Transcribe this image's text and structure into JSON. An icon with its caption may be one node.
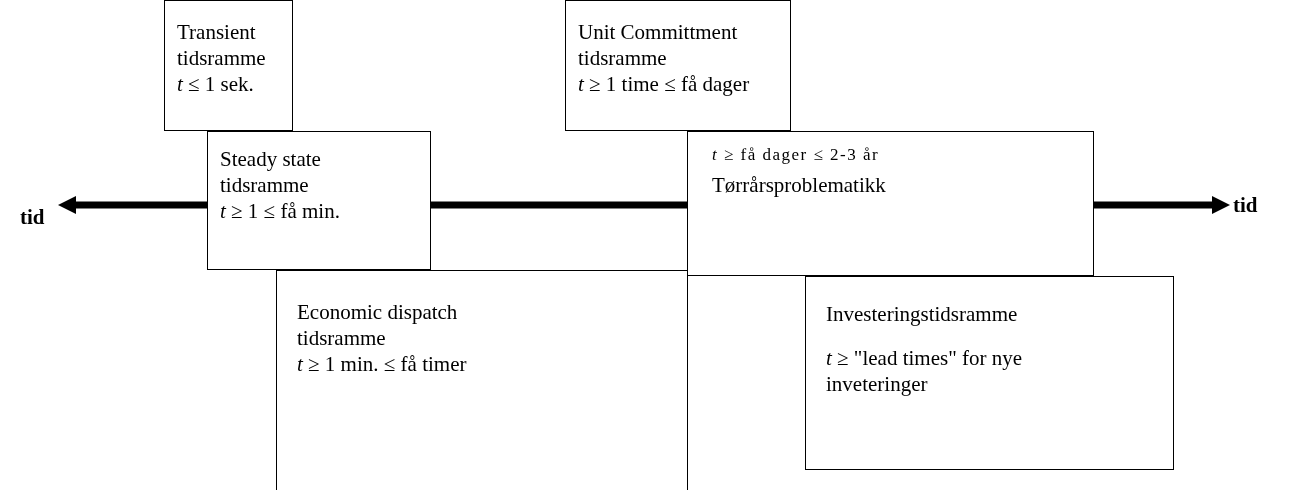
{
  "diagram": {
    "nodes": [
      {
        "text": [
          "Transient tidsramme",
          "*t* ≤ 1 sek."
        ]
      },
      {
        "text": [
          "Unit Committment tidsramme",
          "*t* ≥  1 time ≤ få dager"
        ]
      },
      {
        "text": [
          "Steady state tidsramme",
          "*t* ≥ 1 ≤ få min."
        ]
      },
      {
        "text": [
          "*t* ≥  få dager ≤  2-3 år",
          "Tørrårsproblematikk"
        ]
      },
      {
        "text": [
          "Economic dispatch tidsramme",
          "*t* ≥ 1 min. ≤ få timer"
        ]
      },
      {
        "text": [
          "Investeringstidsramme",
          "*t* ≥ \"lead times\" for nye inveteringer"
        ]
      }
    ],
    "labels": [
      "tid",
      "tid"
    ]
  }
}
